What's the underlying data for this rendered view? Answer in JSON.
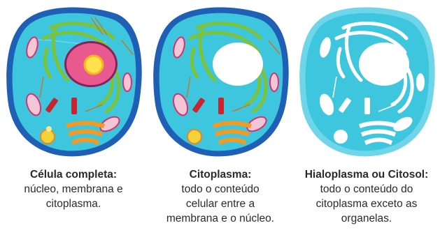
{
  "panels": [
    {
      "title": "Célula completa:",
      "lines": [
        "núcleo, membrana e",
        "citoplasma."
      ]
    },
    {
      "title": "Citoplasma:",
      "lines": [
        "todo o conteúdo",
        "celular entre a",
        "membrana e o núcleo."
      ]
    },
    {
      "title": "Hialoplasma ou Citosol:",
      "lines": [
        "todo o conteúdo do",
        "citoplasma exceto as",
        "organelas."
      ]
    }
  ],
  "colors": {
    "membrane_outer": "#1f5fb5",
    "cytoplasm": "#3fc6df",
    "nucleus": "#e8598f",
    "nucleolus": "#ffe24d",
    "golgi_green": "#7ac33a",
    "mitochondria": "#f2c5d7",
    "er_orange": "#f39a22",
    "lysosome": "#f4d23a",
    "centriole": "#c8262f"
  }
}
